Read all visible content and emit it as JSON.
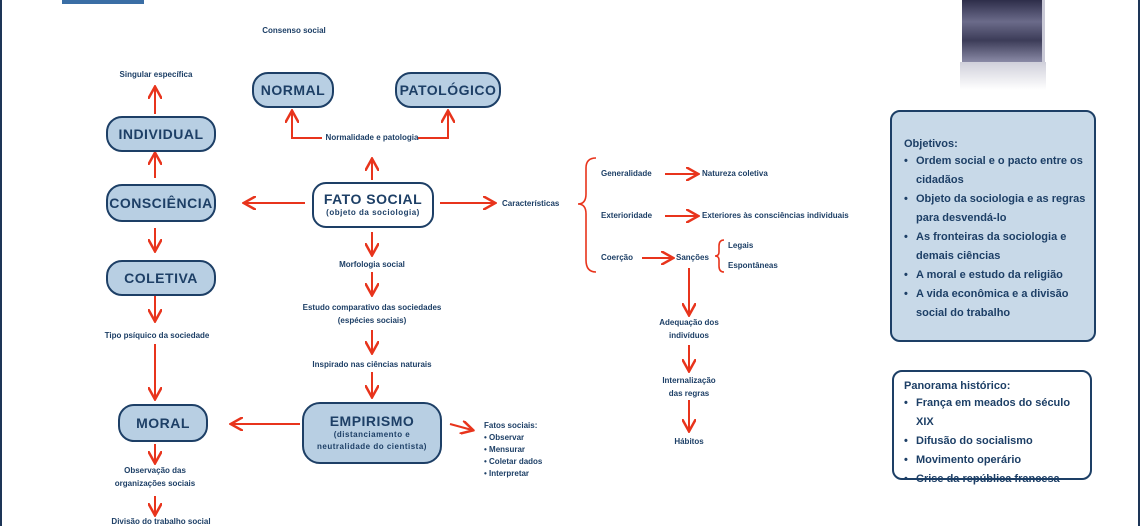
{
  "diagram": {
    "nodes": {
      "normal": "NORMAL",
      "patologico": "PATOLÓGICO",
      "individual": "INDIVIDUAL",
      "consciencia": "CONSCIÊNCIA",
      "coletiva": "COLETIVA",
      "moral": "MORAL",
      "fato_social_title": "FATO SOCIAL",
      "fato_social_sub": "(objeto da sociologia)",
      "empirismo_title": "EMPIRISMO",
      "empirismo_sub1": "(distanciamento e",
      "empirismo_sub2": "neutralidade do cientista)"
    },
    "labels": {
      "consenso_social": "Consenso social",
      "singular_especifica": "Singular específica",
      "normalidade_patologia": "Normalidade e patologia",
      "morfologia_social": "Morfologia social",
      "estudo_comparativo_1": "Estudo comparativo das sociedades",
      "estudo_comparativo_2": "(espécies sociais)",
      "inspirado": "Inspirado nas ciências naturais",
      "tipo_psiquico": "Tipo psíquico da sociedade",
      "observacao_1": "Observação das",
      "observacao_2": "organizações sociais",
      "divisao_trabalho": "Divisão do trabalho social",
      "caracteristicas": "Características",
      "generalidade": "Generalidade",
      "natureza_coletiva": "Natureza coletiva",
      "exterioridade": "Exterioridade",
      "exterior_consciencias": "Exteriores às consciências individuais",
      "coercao": "Coerção",
      "sancoes": "Sanções",
      "legais": "Legais",
      "espontaneas": "Espontâneas",
      "adequacao_1": "Adequação dos",
      "adequacao_2": "indivíduos",
      "internalizacao_1": "Internalização",
      "internalizacao_2": "das regras",
      "habitos": "Hábitos",
      "fatos_sociais_title": "Fatos sociais:",
      "fatos_sociais_items": [
        "Observar",
        "Mensurar",
        "Coletar dados",
        "Interpretar"
      ]
    }
  },
  "objetivos": {
    "title": "Objetivos:",
    "items": [
      "Ordem social e o pacto entre os cidadãos",
      "Objeto da sociologia e as regras para desvendá-lo",
      "As fronteiras da sociologia e demais ciências",
      "A moral e estudo da religião",
      "A vida econômica e a divisão social do trabalho"
    ]
  },
  "panorama": {
    "title": "Panorama histórico:",
    "items": [
      "França em meados do século XIX",
      "Difusão do socialismo",
      "Movimento operário",
      "Crise da república francesa"
    ]
  },
  "colors": {
    "arrow": "#e8341c",
    "node_fill": "#b8cfe3",
    "node_border": "#1d3f66",
    "text": "#1d3f66",
    "panel_fill": "#c8d9e8"
  }
}
